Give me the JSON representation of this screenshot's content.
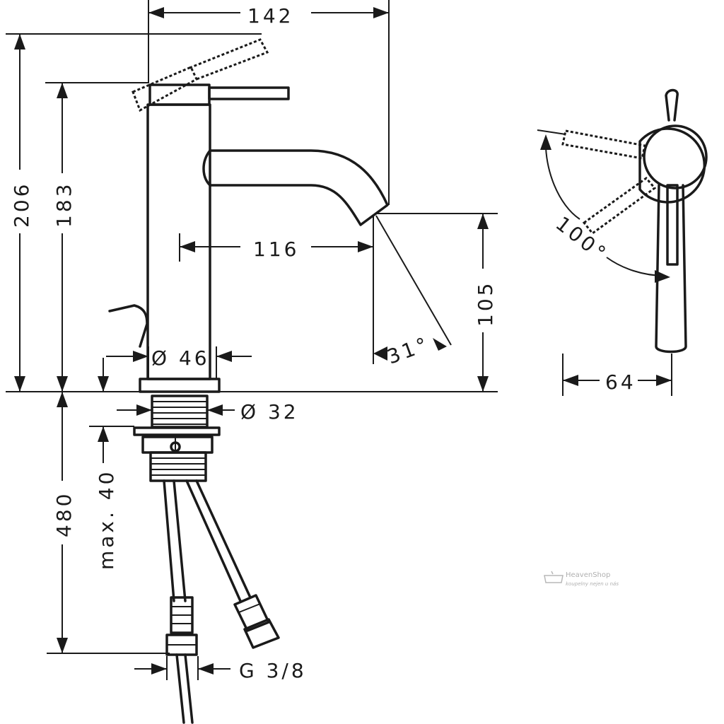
{
  "dimensions": {
    "total_width": "142",
    "total_height": "206",
    "handle_height": "183",
    "spout_reach": "116",
    "spout_height": "105",
    "spout_angle": "31°",
    "body_diameter": "Ø 46",
    "thread_diameter": "Ø 32",
    "hose_length": "480",
    "max_thickness": "max. 40",
    "connection": "G 3/8",
    "handle_angle": "100°",
    "side_width": "64"
  },
  "watermark": {
    "brand": "HeavenShop",
    "tagline": "koupelny nejen u nás"
  }
}
